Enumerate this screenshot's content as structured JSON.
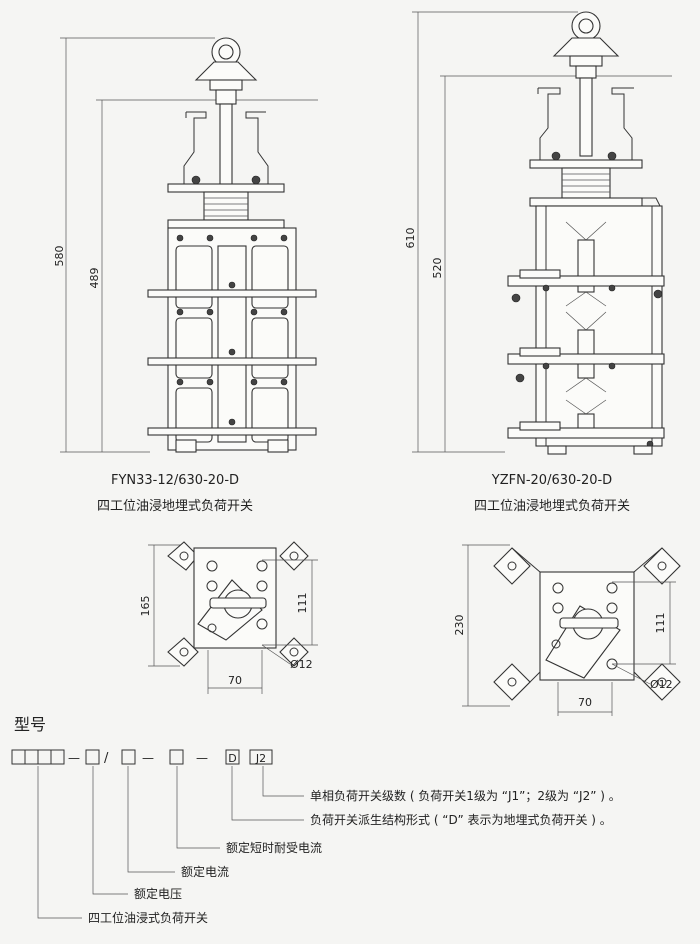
{
  "left_switch": {
    "model": "FYN33-12/630-20-D",
    "name": "四工位油浸地埋式负荷开关",
    "height_total": "580",
    "height_body": "489",
    "base": {
      "width": "165",
      "hole_spacing": "111",
      "bolt_pitch": "70",
      "hole": "Ø12"
    }
  },
  "right_switch": {
    "model": "YZFN-20/630-20-D",
    "name": "四工位油浸地埋式负荷开关",
    "height_total": "610",
    "height_body": "520",
    "base": {
      "width": "230",
      "hole_spacing": "111",
      "bolt_pitch": "70",
      "hole": "Ø12"
    }
  },
  "model_code": {
    "title": "型号",
    "separator": "—",
    "slash": "/",
    "code_d": "D",
    "code_j2": "J2",
    "notes": [
      "单相负荷开关级数 ( 负荷开关1级为 “J1”；2级为 “J2” ) 。",
      "负荷开关派生结构形式 ( “D” 表示为地埋式负荷开关 ) 。",
      "额定短时耐受电流",
      "额定电流",
      "额定电压",
      "四工位油浸式负荷开关"
    ]
  }
}
